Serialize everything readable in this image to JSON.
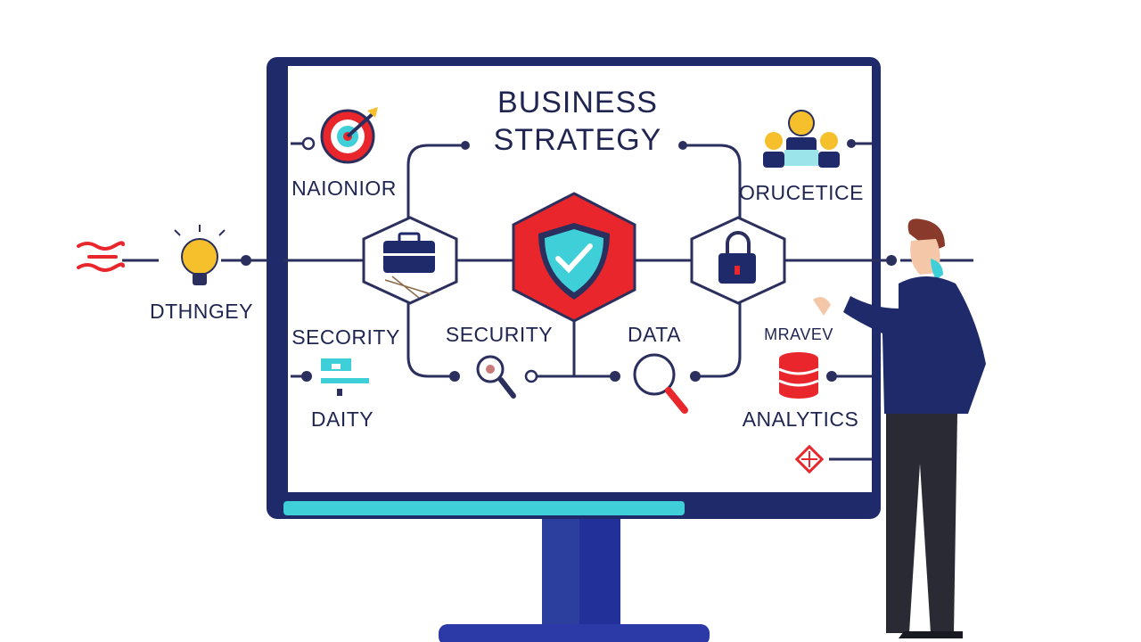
{
  "diagram": {
    "title_line1": "BUSINESS",
    "title_line2": "STRATEGY",
    "labels": {
      "top_left": "NAIONIOR",
      "top_right": "ORUCETICE",
      "outside_left": "DTHNGEY",
      "mid_left": "SECORITY",
      "center_left": "SECURITY",
      "center_right": "DATA",
      "mid_right": "MRAVEV",
      "bottom_left": "DAITY",
      "bottom_right": "ANALYTICS"
    }
  },
  "colors": {
    "frame": "#1f2a6b",
    "line": "#2b2f5e",
    "accent_red": "#e8262b",
    "accent_teal": "#3ecfd9",
    "accent_yellow": "#f5c02b"
  },
  "icons": [
    "target-icon",
    "team-icon",
    "lightbulb-icon",
    "briefcase-icon",
    "shield-check-icon",
    "padlock-icon",
    "magnifier-icon",
    "database-icon",
    "diamond-icon",
    "chart-icon"
  ]
}
